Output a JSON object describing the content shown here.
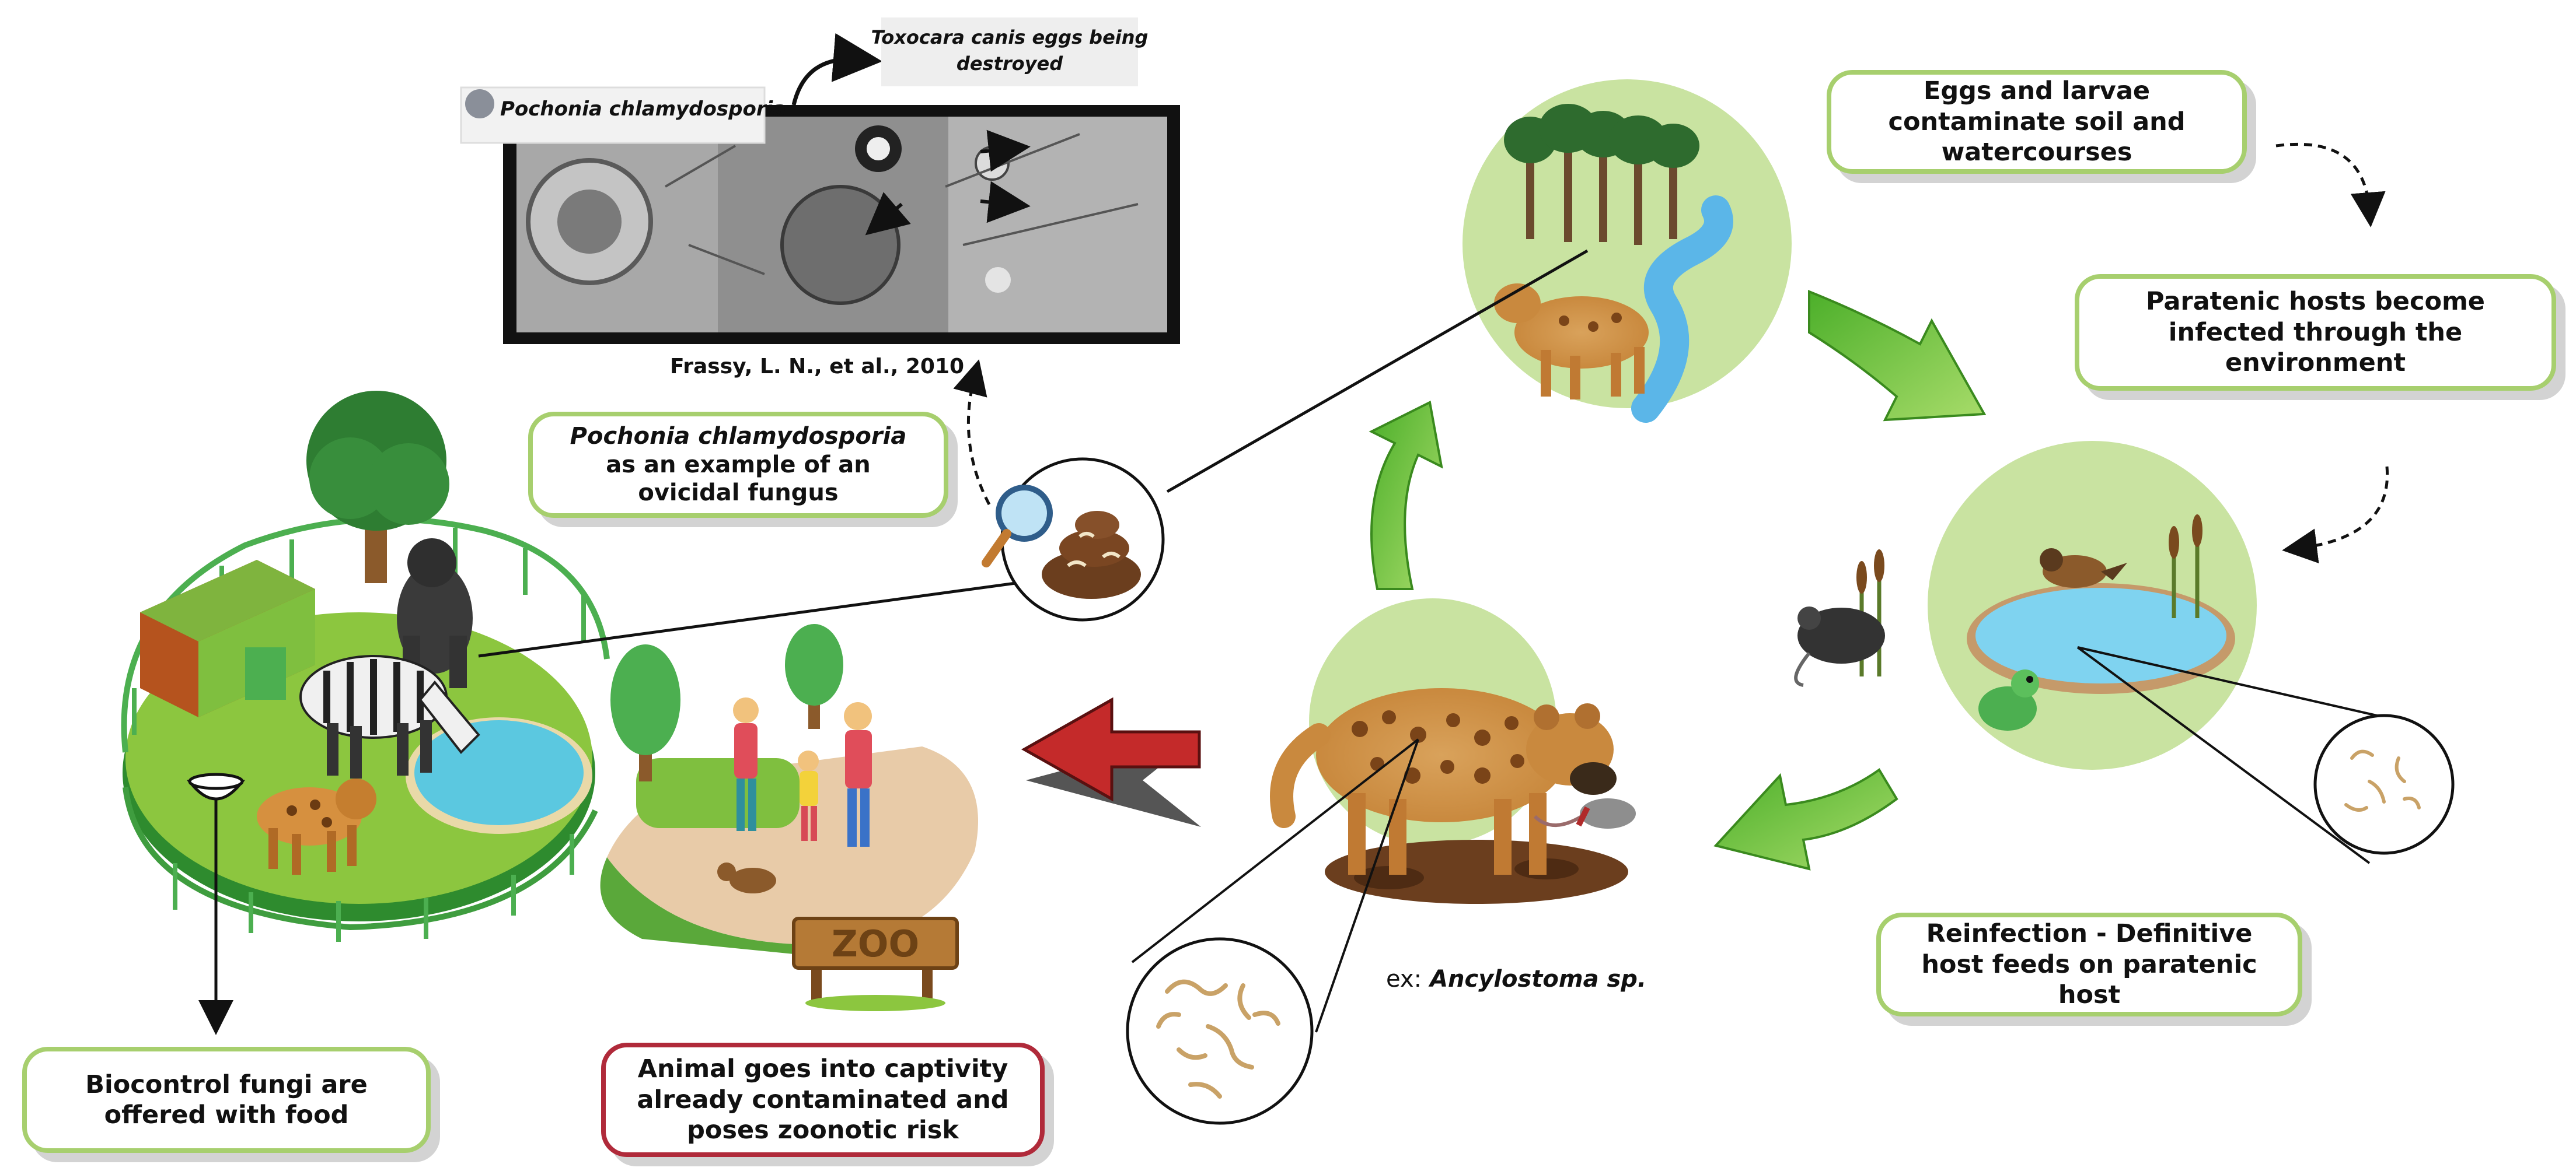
{
  "micrograph": {
    "species_label": "Pochonia  chlamydosporia",
    "destroyed_label": "Toxocara canis eggs being destroyed",
    "citation": "Frassy, L. N., et al., 2010"
  },
  "boxes": {
    "ovicidal_species": "Pochonia chlamydosporia",
    "ovicidal_text": "as an example of an ovicidal fungus",
    "eggs_larvae": "Eggs and larvae contaminate soil and watercourses",
    "paratenic": "Paratenic hosts become infected through the environment",
    "reinfection": "Reinfection - Definitive host feeds on paratenic host",
    "biocontrol": "Biocontrol fungi are offered with food",
    "captivity": "Animal goes into captivity already contaminated and poses zoonotic risk"
  },
  "example": {
    "prefix": "ex:",
    "species": "Ancylostoma sp."
  },
  "zoo_sign": "ZOO",
  "colors": {
    "box_border_green": "#a7cf6e",
    "box_border_red": "#b02a3a",
    "cycle_arrow_green": "#6cc23e",
    "big_arrow_red": "#c42a2a",
    "habitat_circle": "#c9e3a1"
  }
}
